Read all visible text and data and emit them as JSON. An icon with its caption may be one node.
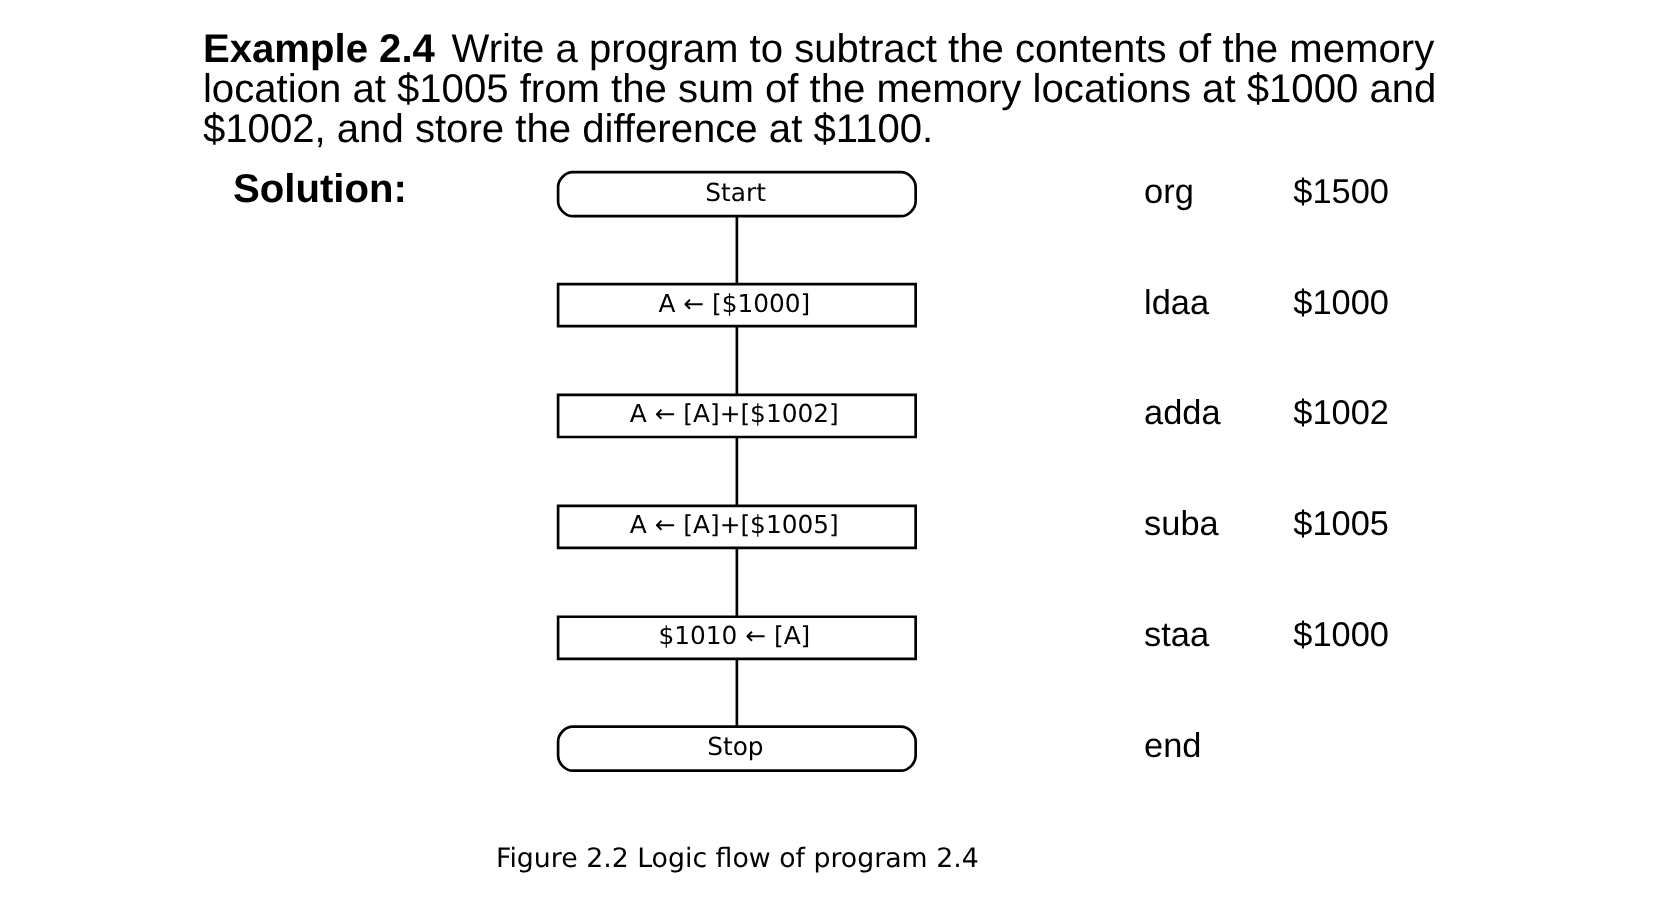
{
  "diagram": {
    "title": "**Example 2.4** Write a program to subtract the contents of the memory location at $1005 from the sum of the memory locations at $1000 and $1002, and store the difference at $1100.",
    "caption": "Figure 2.2 Logic flow of program 2.4",
    "nodes": [
      {
        "text": [
          "Start"
        ]
      },
      {
        "text": [
          "A ← [$1000]"
        ]
      },
      {
        "text": [
          "A ← [A]+[$1002]"
        ]
      },
      {
        "text": [
          "A ← [A]+[$1005]"
        ]
      },
      {
        "text": [
          "$1010 ← [A]"
        ]
      },
      {
        "text": [
          "Stop"
        ]
      }
    ],
    "edges": [
      {
        "from": 0,
        "to": 1,
        "arrow": "none"
      },
      {
        "from": 1,
        "to": 2,
        "arrow": "none"
      },
      {
        "from": 2,
        "to": 3,
        "arrow": "none"
      },
      {
        "from": 3,
        "to": 4,
        "arrow": "none"
      },
      {
        "from": 4,
        "to": 5,
        "arrow": "none"
      }
    ],
    "labels": [
      "Solution:",
      "org",
      "$1500",
      "ldaa",
      "$1000",
      "adda",
      "$1002",
      "suba",
      "$1005",
      "staa",
      "$1000",
      "end"
    ]
  }
}
